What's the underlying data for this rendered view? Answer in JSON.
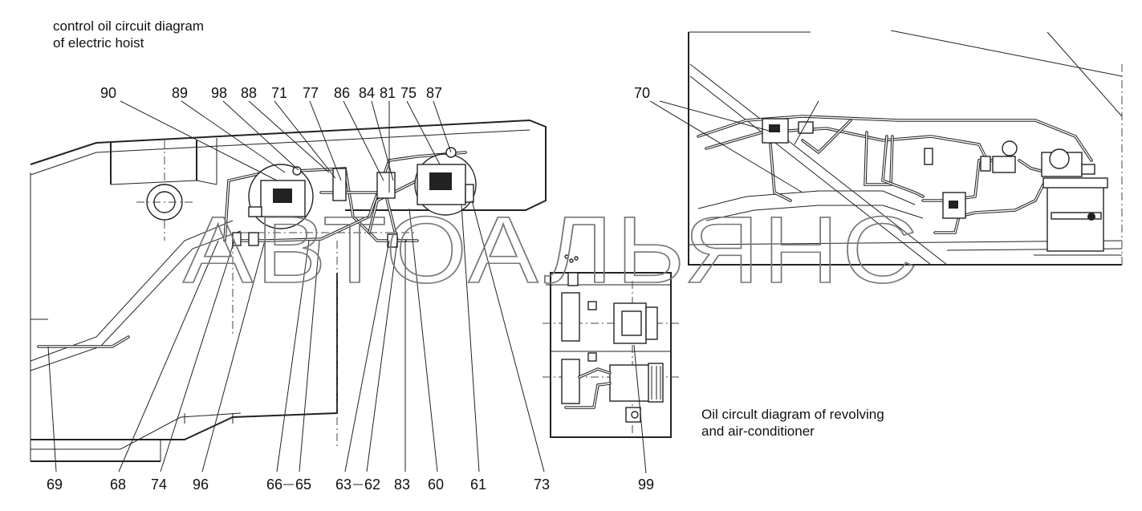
{
  "captions": {
    "top_left": [
      "control oil circuit diagram",
      "of electric hoist"
    ],
    "bottom_right": [
      "Oil circult diagram of revolving",
      "and air-conditioner"
    ]
  },
  "watermark": "АВТОАЛЬЯНС",
  "callouts": {
    "top": [
      "90",
      "89",
      "98",
      "88",
      "71",
      "77",
      "86",
      "84",
      "81",
      "75",
      "87",
      "70"
    ],
    "bottom": [
      "69",
      "68",
      "74",
      "96",
      "66",
      "65",
      "63",
      "62",
      "83",
      "60",
      "61",
      "73",
      "99"
    ]
  }
}
